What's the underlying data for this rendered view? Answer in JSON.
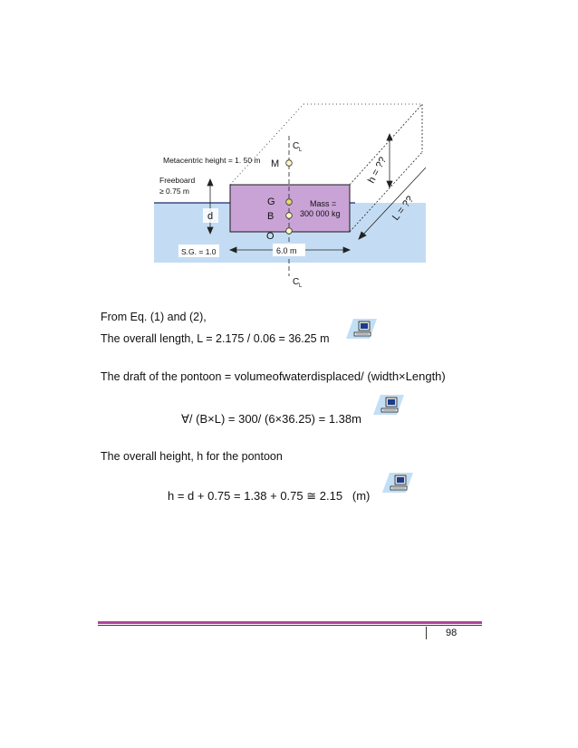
{
  "figure": {
    "centerline_label": "C",
    "centerline_sub": "L",
    "metacentric_label": "Metacentric height = 1. 50 m",
    "m_label": "M",
    "freeboard_label": "Freeboard",
    "freeboard_value": "≥ 0.75 m",
    "g_label": "G",
    "b_label": "B",
    "o_label": "O",
    "d_label": "d",
    "mass_label_1": "Mass =",
    "mass_label_2": "300 000 kg",
    "sg_label": "S.G. = 1.0",
    "width_label": "6.0 m",
    "h_label": "h = ??",
    "l_label": "L = ??",
    "colors": {
      "pontoon": "#c9a3d6",
      "water": "#c4dcf3",
      "outline": "#1a1a1a"
    }
  },
  "text": {
    "line1": "From Eq. (1) and (2),",
    "line2": "The overall length, L = 2.175 / 0.06 = 36.25 m",
    "line3_prefix": "The draft of the pontoon = ",
    "line3_expr": "volumeofwaterdisplaced/ (width×Length)",
    "eq1": "∀/ (B×L) = 300/ (6×36.25) = 1.38m",
    "line4": "The overall height, h for the pontoon",
    "eq2": "h = d + 0.75 = 1.38 + 0.75 ≅ 2.15   (m)"
  },
  "icons": [
    "computer-icon",
    "computer-icon",
    "computer-icon"
  ],
  "page_number": "98"
}
